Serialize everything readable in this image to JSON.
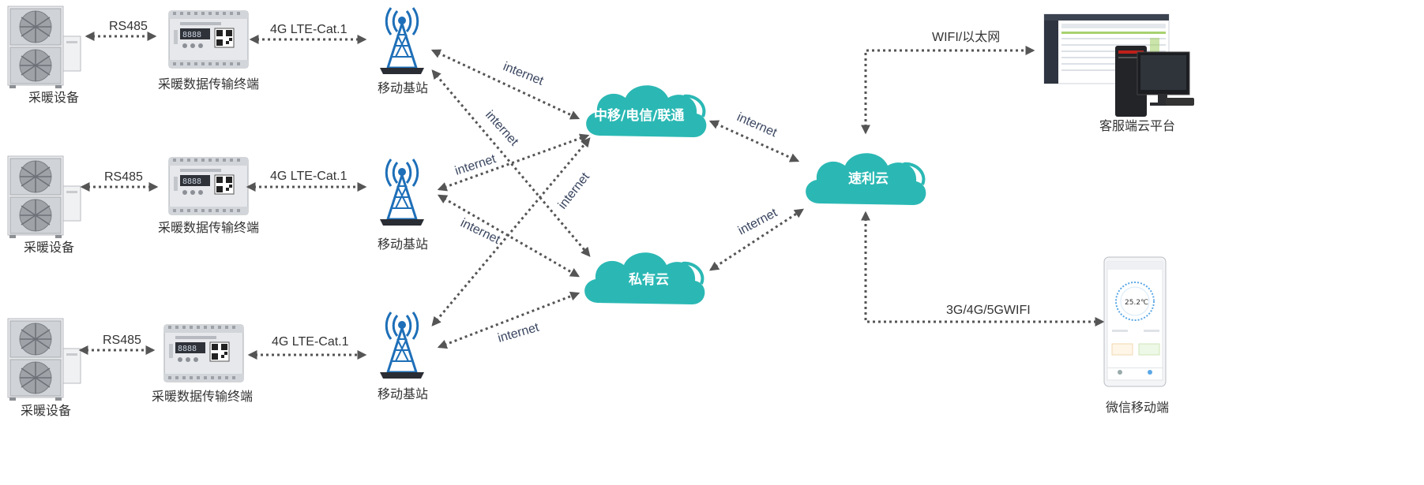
{
  "colors": {
    "cloud": "#2bb8b4",
    "cloud_dark": "#1fa19d",
    "tower": "#1e6fb8",
    "connector": "#555555",
    "terminal": "#d9dde2"
  },
  "rows": [
    {
      "device_label": "采暖设备",
      "protocol_label": "RS485",
      "terminal_label": "采暖数据传输终端",
      "link_label": "4G LTE-Cat.1",
      "station_label": "移动基站"
    },
    {
      "device_label": "采暖设备",
      "protocol_label": "RS485",
      "terminal_label": "采暖数据传输终端",
      "link_label": "4G LTE-Cat.1",
      "station_label": "移动基站"
    },
    {
      "device_label": "采暖设备",
      "protocol_label": "RS485",
      "terminal_label": "采暖数据传输终端",
      "link_label": "4G LTE-Cat.1",
      "station_label": "移动基站"
    }
  ],
  "clouds": {
    "operator": "中移/电信/联通",
    "private": "私有云",
    "suli": "速利云"
  },
  "internet_label": "internet",
  "right": {
    "wifi_label": "WIFI/以太网",
    "platform_label": "客服端云平台",
    "mobile_link_label": "3G/4G/5GWIFI",
    "mobile_label": "微信移动端",
    "phone_temp": "25.2℃"
  },
  "icons": {
    "hvac": "outdoor-hvac-unit-icon",
    "terminal": "data-terminal-icon",
    "tower": "cell-tower-icon",
    "desktop": "desktop-computer-icon",
    "phone": "mobile-phone-icon",
    "cloud": "cloud-icon"
  }
}
